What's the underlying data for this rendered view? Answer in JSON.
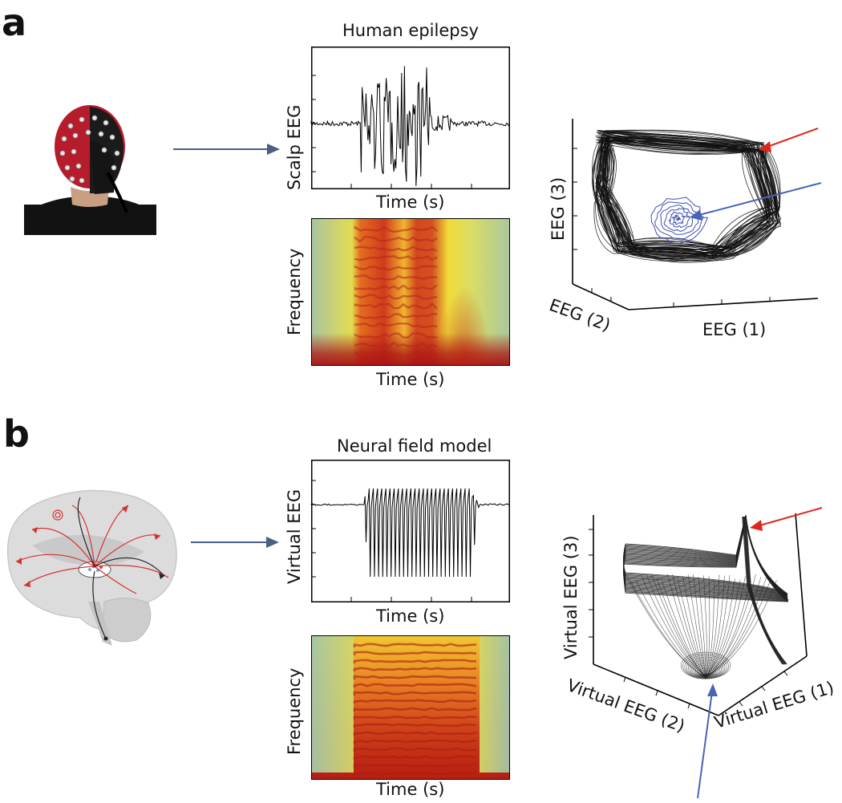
{
  "panel_a": {
    "letter": "a",
    "title": "Human epilepsy",
    "signal_ylabel": "Scalp EEG",
    "signal_xlabel": "Time (s)",
    "spectrogram_ylabel": "Frequency",
    "spectrogram_xlabel": "Time (s)",
    "phase_axes": [
      "EEG (1)",
      "EEG (2)",
      "EEG (3)"
    ]
  },
  "panel_b": {
    "letter": "b",
    "title": "Neural field model",
    "signal_ylabel": "Virtual EEG",
    "signal_xlabel": "Time (s)",
    "spectrogram_ylabel": "Frequency",
    "spectrogram_xlabel": "Time (s)",
    "phase_axes": [
      "Virtual EEG (1)",
      "Virtual EEG (2)",
      "Virtual EEG (3)"
    ]
  },
  "colors": {
    "arrow_flow": "#4a5f86",
    "arrow_red": "#e0251c",
    "arrow_blue": "#4a64b4",
    "trajectory": "#111111",
    "spiral_blue": "#3e4fb0"
  },
  "icons": {
    "photo": "eeg-cap-head-photo",
    "brain": "brain-sagittal-illustration"
  }
}
